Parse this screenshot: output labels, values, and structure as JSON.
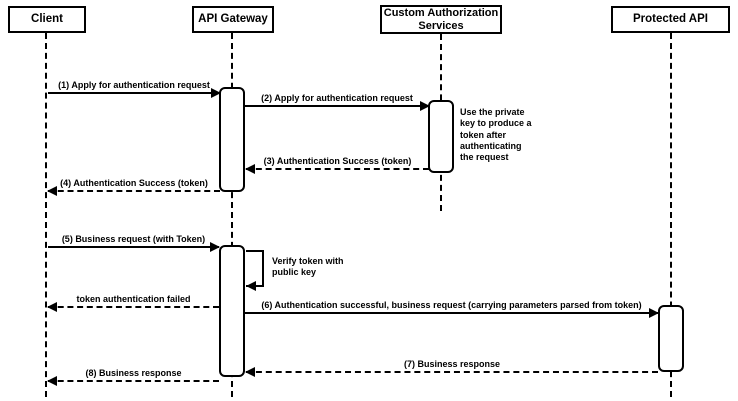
{
  "diagram_type": "uml-sequence-diagram",
  "colors": {
    "line": "#000000",
    "background": "#ffffff",
    "box_fill": "#ffffff",
    "text": "#000000"
  },
  "participants": [
    {
      "label": "Client"
    },
    {
      "label": "API Gateway"
    },
    {
      "label": "Custom Authorization Services"
    },
    {
      "label": "Protected API"
    }
  ],
  "messages": [
    {
      "label": "(1) Apply for authentication request",
      "from": "Client",
      "to": "API Gateway",
      "line": "solid",
      "direction": "right"
    },
    {
      "label": "(2) Apply for authentication request",
      "from": "API Gateway",
      "to": "Custom Authorization Services",
      "line": "solid",
      "direction": "right"
    },
    {
      "label": "(3) Authentication Success (token)",
      "from": "Custom Authorization Services",
      "to": "API Gateway",
      "line": "dashed",
      "direction": "left"
    },
    {
      "label": "(4) Authentication Success (token)",
      "from": "API Gateway",
      "to": "Client",
      "line": "dashed",
      "direction": "left"
    },
    {
      "label": "(5) Business request (with Token)",
      "from": "Client",
      "to": "API Gateway",
      "line": "solid",
      "direction": "right"
    },
    {
      "label": "Verify token with public key",
      "from": "API Gateway",
      "to": "API Gateway",
      "line": "solid",
      "direction": "self"
    },
    {
      "label": "token authentication failed",
      "from": "API Gateway",
      "to": "Client",
      "line": "dashed",
      "direction": "left"
    },
    {
      "label": "(6) Authentication successful, business request (carrying parameters parsed from token)",
      "from": "API Gateway",
      "to": "Protected API",
      "line": "solid",
      "direction": "right"
    },
    {
      "label": "(7) Business response",
      "from": "Protected API",
      "to": "API Gateway",
      "line": "dashed",
      "direction": "left"
    },
    {
      "label": "(8) Business response",
      "from": "API Gateway",
      "to": "Client",
      "line": "dashed",
      "direction": "left"
    }
  ],
  "notes": [
    {
      "label": "Use the private key to produce a token after authenticating the request",
      "attached_to": "Custom Authorization Services"
    }
  ]
}
